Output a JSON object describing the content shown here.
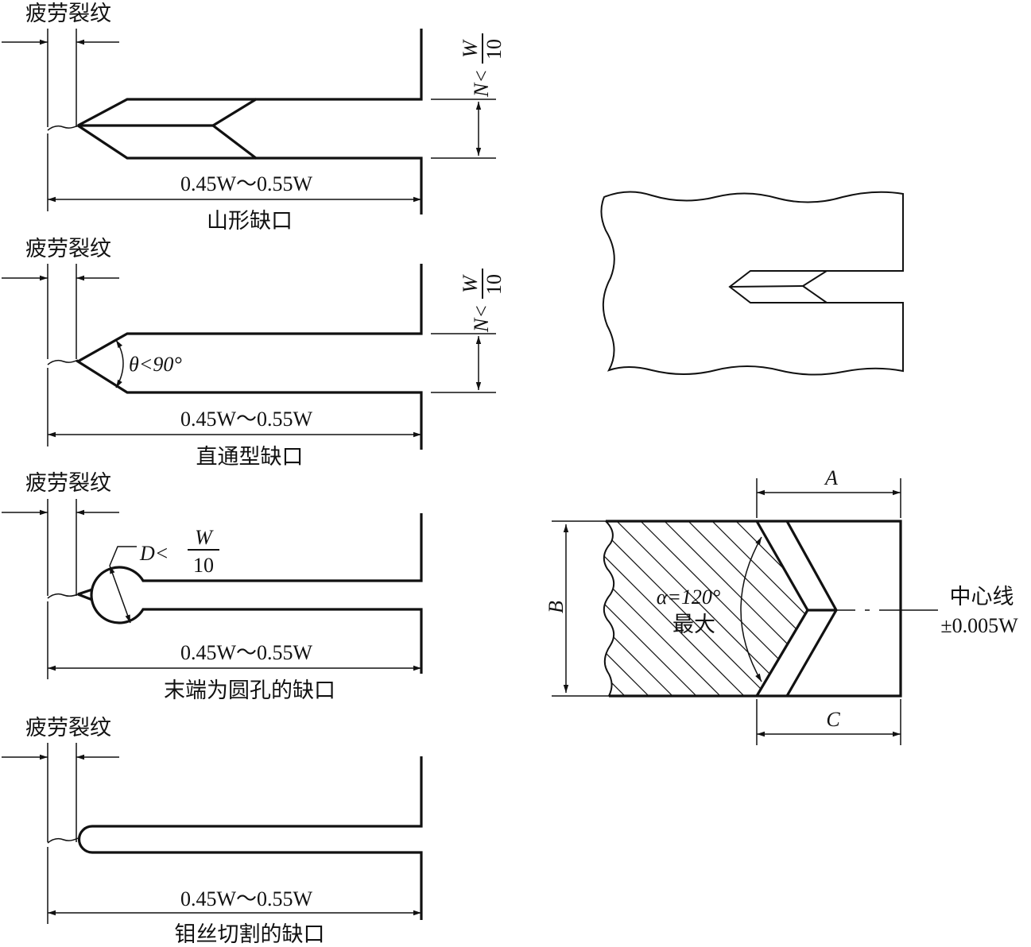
{
  "notches": [
    {
      "crack_label": "疲劳裂纹",
      "dim_range": "0.45W～0.55W",
      "caption": "山形缺口",
      "n_limit": {
        "lhs": "N<",
        "num": "W",
        "den": "10"
      }
    },
    {
      "crack_label": "疲劳裂纹",
      "dim_range": "0.45W～0.55W",
      "caption": "直通型缺口",
      "n_limit": {
        "lhs": "N<",
        "num": "W",
        "den": "10"
      },
      "angle_label": "θ<90°"
    },
    {
      "crack_label": "疲劳裂纹",
      "dim_range": "0.45W～0.55W",
      "caption": "末端为圆孔的缺口",
      "d_limit": {
        "lhs": "D<",
        "num": "W",
        "den": "10"
      }
    },
    {
      "crack_label": "疲劳裂纹",
      "dim_range": "0.45W～0.55W",
      "caption": "钼丝切割的缺口"
    }
  ],
  "section_view": {
    "label_a": "A",
    "label_b": "B",
    "label_c": "C",
    "angle_label": "α=120°",
    "angle_note": "最大",
    "centerline_label": "中心线",
    "tolerance_label": "±0.005W"
  }
}
